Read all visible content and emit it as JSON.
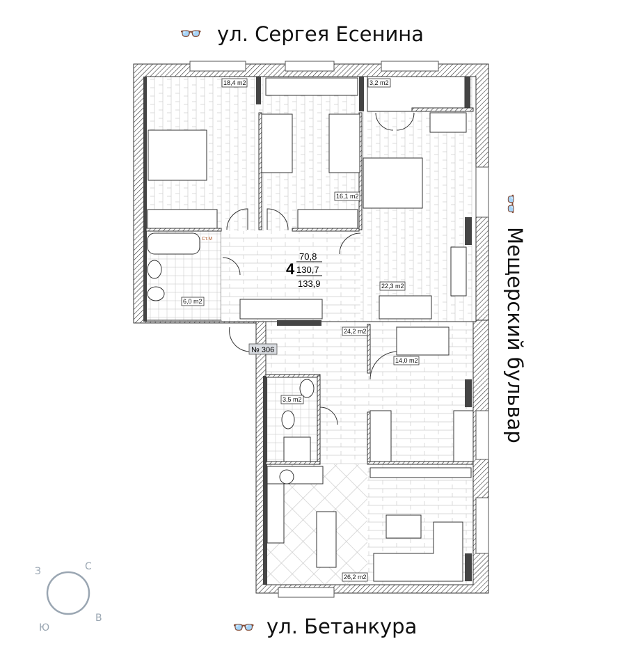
{
  "streets": {
    "top": "ул. Сергея Есенина",
    "bottom": "ул. Бетанкура",
    "right": "Мещерский бульвар"
  },
  "apartment": {
    "number": "№ 306",
    "rooms_count": "4",
    "living_area": "70,8",
    "total_area": "130,7",
    "total_area_with_balcony": "133,9",
    "riser_label": "Ст.М"
  },
  "rooms": [
    {
      "name": "bedroom-1",
      "area": "18,4 m2"
    },
    {
      "name": "kids-room",
      "area": "16,1 m2"
    },
    {
      "name": "wardrobe",
      "area": "3,2 m2"
    },
    {
      "name": "bedroom-master",
      "area": "22,3 m2"
    },
    {
      "name": "bathroom-1",
      "area": "6,0 m2"
    },
    {
      "name": "hall",
      "area": "24,2 m2"
    },
    {
      "name": "room-office",
      "area": "14,0 m2"
    },
    {
      "name": "bathroom-2",
      "area": "3,5 m2"
    },
    {
      "name": "kitchen-living",
      "area": "26,2 m2"
    }
  ],
  "compass": {
    "north": "С",
    "east": "В",
    "south": "Ю",
    "west": "З"
  },
  "icons": {
    "street_marker": "binoculars-icon"
  },
  "colors": {
    "wall": "#444444",
    "compass": "#9aa6b2",
    "text": "#111111"
  }
}
